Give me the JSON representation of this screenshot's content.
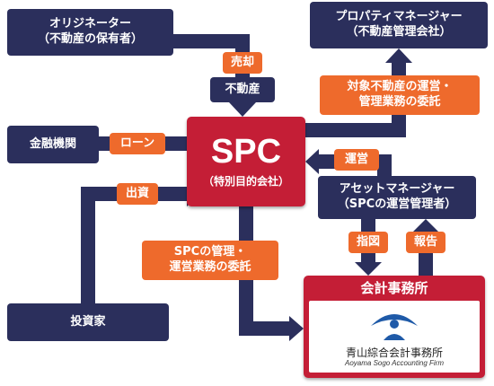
{
  "colors": {
    "navy": "#2b2f5c",
    "orange": "#ee6a2c",
    "red": "#c41e36",
    "logo_blue": "#1f5aa8"
  },
  "nodes": {
    "originator": {
      "line1": "オリジネーター",
      "line2": "（不動産の保有者）"
    },
    "property_manager": {
      "line1": "プロパティマネージャー",
      "line2": "（不動産管理会社）"
    },
    "real_estate": "不動産",
    "financial_institution": "金融機関",
    "spc": {
      "title": "SPC",
      "subtitle": "（特別目的会社）"
    },
    "asset_manager": {
      "line1": "アセットマネージャー",
      "line2": "（SPCの運営管理者）"
    },
    "investor": "投資家",
    "firm": {
      "header": "会計事務所",
      "logo_name": "青山綜合会計事務所",
      "logo_sub": "Aoyama Sogo Accounting Firm",
      "logo_icon": "person-arc-logo-icon"
    }
  },
  "labels": {
    "sale": "売却",
    "loan": "ローン",
    "investment": "出資",
    "operation": "運営",
    "instruction": "指図",
    "report": "報告",
    "pm_delegation": {
      "line1": "対象不動産の運営・",
      "line2": "管理業務の委託"
    },
    "spc_delegation": {
      "line1": "SPCの管理・",
      "line2": "運営業務の委託"
    }
  }
}
